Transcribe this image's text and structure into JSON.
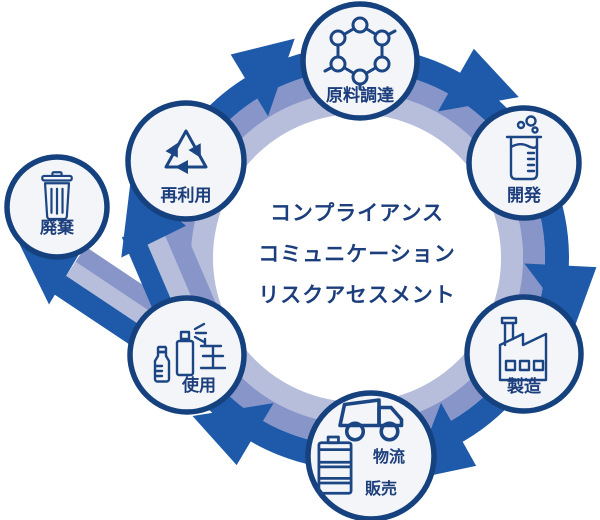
{
  "center": {
    "lines": [
      "コンプライアンス",
      "コミュニケーション",
      "リスクアセスメント"
    ]
  },
  "nodes": [
    {
      "id": "raw-material-procurement",
      "labels": [
        "原料調達"
      ],
      "icons": [
        "molecule-icon"
      ]
    },
    {
      "id": "development",
      "labels": [
        "開発"
      ],
      "icons": [
        "beaker-icon",
        "bubbles-icon"
      ]
    },
    {
      "id": "manufacturing",
      "labels": [
        "製造"
      ],
      "icons": [
        "factory-icon"
      ]
    },
    {
      "id": "logistics-sales",
      "labels": [
        "物流",
        "販売"
      ],
      "icons": [
        "truck-icon",
        "drum-icon"
      ]
    },
    {
      "id": "use",
      "labels": [
        "使用"
      ],
      "icons": [
        "spray-can-icon",
        "bottle-icon",
        "structure-icon"
      ]
    },
    {
      "id": "reuse",
      "labels": [
        "再利用"
      ],
      "icons": [
        "recycle-icon"
      ]
    },
    {
      "id": "disposal",
      "labels": [
        "廃棄"
      ],
      "icons": [
        "trash-icon"
      ]
    }
  ],
  "colors": {
    "ring_dark": "#1e5aa9",
    "ring_medium": "#8795c8",
    "ring_light": "#b7bedb",
    "node_border": "#15417f",
    "node_fill": "#f3f5f8",
    "icon_stroke": "#1c4683",
    "text_color": "#1c3e7c"
  }
}
